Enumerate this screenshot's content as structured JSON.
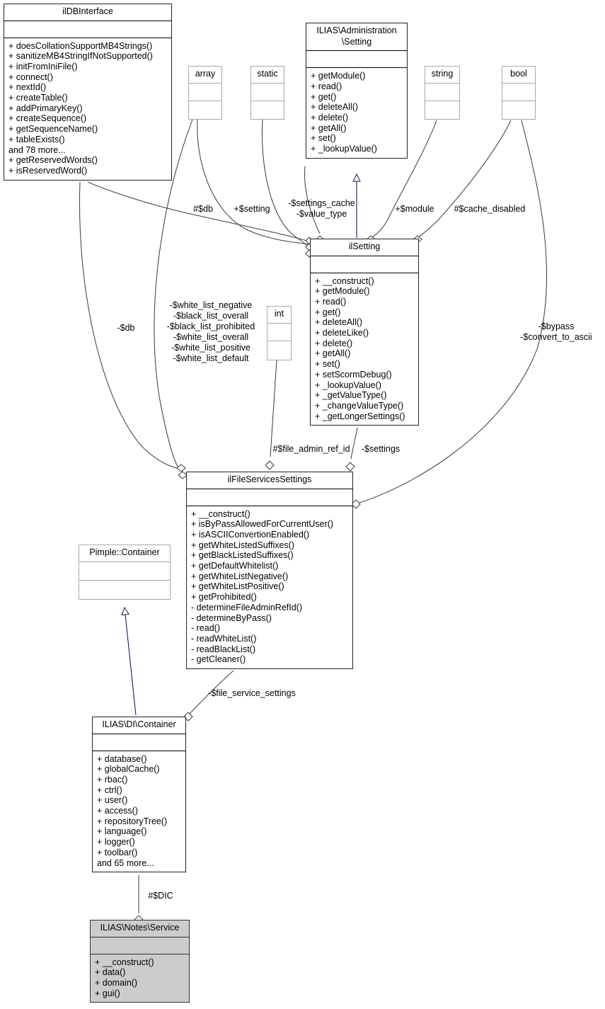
{
  "diagram": {
    "title": "UML class diagram",
    "background": "#ffffff",
    "inheritance_color": "#191970",
    "association_color": "#404040"
  },
  "classes": {
    "ildbinterface": {
      "name": "ilDBInterface",
      "attributes": [],
      "operations": [
        "+ doesCollationSupportMB4Strings()",
        "+ sanitizeMB4StringIfNotSupported()",
        "+ initFromIniFile()",
        "+ connect()",
        "+ nextId()",
        "+ createTable()",
        "+ addPrimaryKey()",
        "+ createSequence()",
        "+ getSequenceName()",
        "+ tableExists()",
        "and 78 more...",
        "+ getReservedWords()",
        "+ isReservedWord()"
      ]
    },
    "array": {
      "name": "array",
      "attributes": [],
      "operations": []
    },
    "static": {
      "name": "static",
      "attributes": [],
      "operations": []
    },
    "string": {
      "name": "string",
      "attributes": [],
      "operations": []
    },
    "bool": {
      "name": "bool",
      "attributes": [],
      "operations": []
    },
    "int": {
      "name": "int",
      "attributes": [],
      "operations": []
    },
    "administration_setting": {
      "name": "ILIAS\\Administration\n\\Setting",
      "attributes": [],
      "operations": [
        "+ getModule()",
        "+ read()",
        "+ get()",
        "+ deleteAll()",
        "+ delete()",
        "+ getAll()",
        "+ set()",
        "+ _lookupValue()"
      ]
    },
    "ilsetting": {
      "name": "ilSetting",
      "attributes": [],
      "operations": [
        "+ __construct()",
        "+ getModule()",
        "+ read()",
        "+ get()",
        "+ deleteAll()",
        "+ deleteLike()",
        "+ delete()",
        "+ getAll()",
        "+ set()",
        "+ setScormDebug()",
        "+ _lookupValue()",
        "+ _getValueType()",
        "+ _changeValueType()",
        "+ _getLongerSettings()"
      ]
    },
    "ilfileservicessettings": {
      "name": "ilFileServicesSettings",
      "attributes": [],
      "operations": [
        "+ __construct()",
        "+ isByPassAllowedForCurrentUser()",
        "+ isASCIIConvertionEnabled()",
        "+ getWhiteListedSuffixes()",
        "+ getBlackListedSuffixes()",
        "+ getDefaultWhitelist()",
        "+ getWhiteListNegative()",
        "+ getWhiteListPositive()",
        "+ getProhibited()",
        "- determineFileAdminRefId()",
        "- determineByPass()",
        "- read()",
        "- readWhiteList()",
        "- readBlackList()",
        "- getCleaner()"
      ]
    },
    "pimple_container": {
      "name": "Pimple::Container",
      "attributes": [],
      "operations": []
    },
    "di_container": {
      "name": "ILIAS\\DI\\Container",
      "attributes": [],
      "operations": [
        "+ database()",
        "+ globalCache()",
        "+ rbac()",
        "+ ctrl()",
        "+ user()",
        "+ access()",
        "+ repositoryTree()",
        "+ language()",
        "+ logger()",
        "+ toolbar()",
        "and 65 more..."
      ]
    },
    "notes_service": {
      "name": "ILIAS\\Notes\\Service",
      "attributes": [],
      "operations": [
        "+ __construct()",
        "+ data()",
        "+ domain()",
        "+ gui()"
      ]
    }
  },
  "edge_labels": {
    "db_protected": "#$db",
    "setting_public": "+$setting",
    "settings_cache": "-$settings_cache\n-$value_type",
    "module_public": "+$module",
    "cache_disabled": "#$cache_disabled",
    "db_private": "-$db",
    "white_black_lists": "-$white_list_negative\n-$black_list_overall\n-$black_list_prohibited\n-$white_list_overall\n-$white_list_positive\n-$white_list_default",
    "bypass_convert": "-$bypass\n-$convert_to_ascii",
    "file_admin_ref_id": "#$file_admin_ref_id",
    "settings_private": "-$settings",
    "file_service_settings": "-$file_service_settings",
    "dic_protected": "#$DIC"
  }
}
